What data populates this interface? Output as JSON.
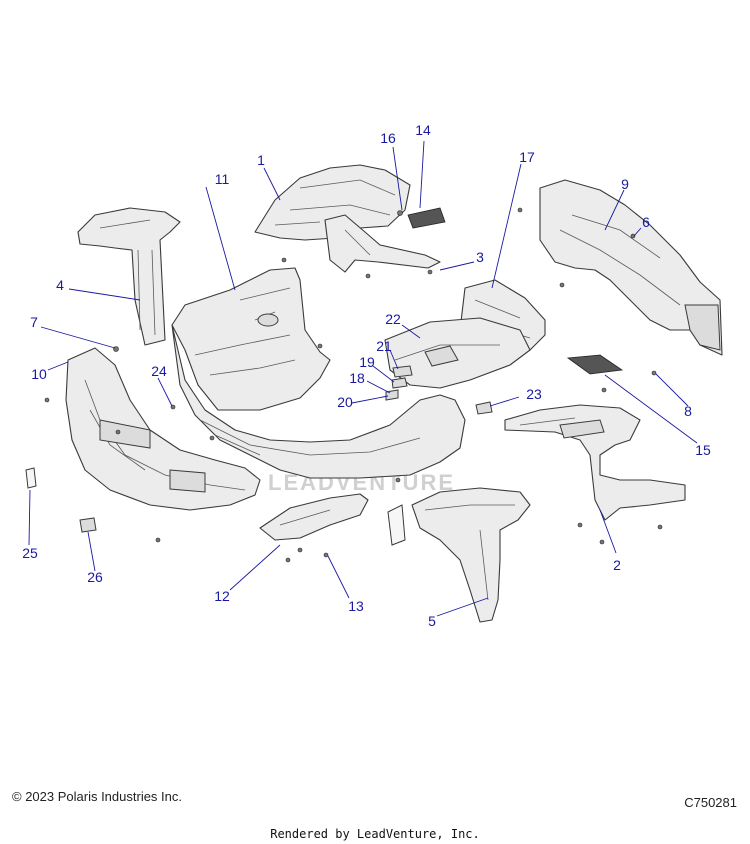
{
  "watermark": "LEADVENTURE",
  "callouts": [
    "1",
    "2",
    "3",
    "4",
    "5",
    "6",
    "7",
    "8",
    "9",
    "10",
    "11",
    "12",
    "13",
    "14",
    "15",
    "16",
    "17",
    "18",
    "19",
    "20",
    "21",
    "22",
    "23",
    "24",
    "25",
    "26"
  ],
  "footer": {
    "copyright": "© 2023 Polaris Industries Inc.",
    "figure_code": "C750281",
    "rendered_by": "Rendered by LeadVenture, Inc."
  },
  "colors": {
    "callout": "#1a1aa0",
    "line_art": "#3a3a3a"
  }
}
